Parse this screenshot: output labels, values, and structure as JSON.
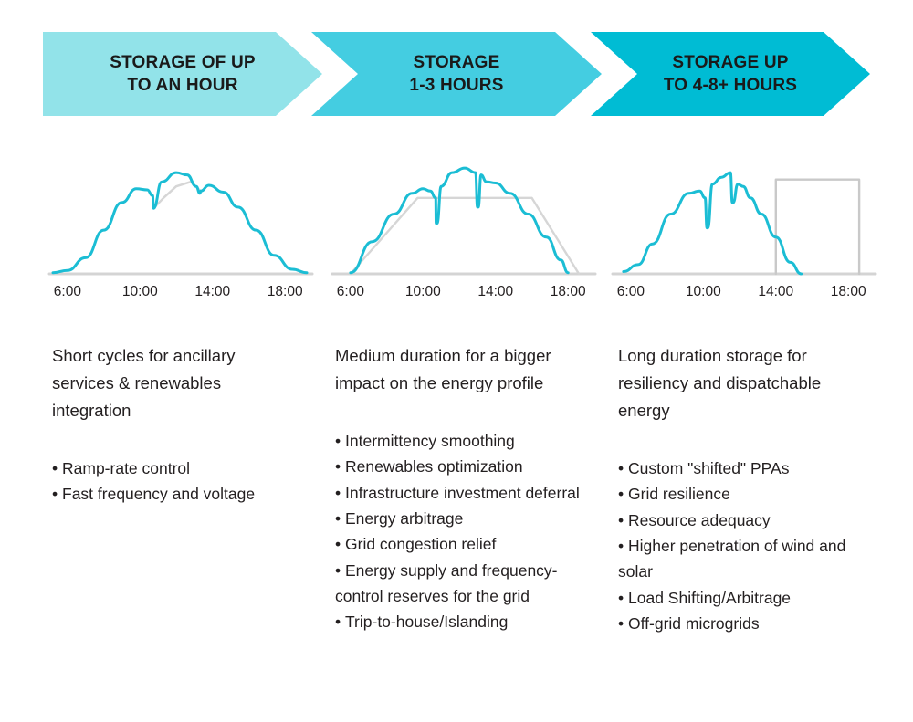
{
  "banners": [
    {
      "id": "storage-up-to-an-hour",
      "line1": "STORAGE OF UP",
      "line2": "TO AN HOUR",
      "color": "#92e3e9"
    },
    {
      "id": "storage-1-3-hours",
      "line1": "STORAGE",
      "line2": "1-3 HOURS",
      "color": "#44cde1"
    },
    {
      "id": "storage-4-8-hours",
      "line1": "STORAGE UP",
      "line2": "TO 4-8+ HOURS",
      "color": "#00bcd4"
    }
  ],
  "axis_ticks": [
    "6:00",
    "10:00",
    "14:00",
    "18:00"
  ],
  "chart_data": [
    {
      "type": "line",
      "title": "Storage of up to an hour",
      "xlabel": "",
      "ylabel": "",
      "xlim": [
        5,
        19.5
      ],
      "ylim": [
        0,
        100
      ],
      "grid": false,
      "legend": null,
      "tick_labels": [
        "6:00",
        "10:00",
        "14:00",
        "18:00"
      ],
      "tick_values": [
        6,
        10,
        14,
        18
      ],
      "series": [
        {
          "name": "solar-generation",
          "color": "#1bbdd4",
          "x": [
            5.2,
            6.0,
            7.0,
            8.0,
            9.0,
            9.8,
            10.4,
            10.7,
            10.75,
            11.2,
            12.0,
            12.6,
            13.1,
            13.3,
            13.35,
            13.8,
            14.6,
            15.4,
            16.4,
            17.4,
            18.4,
            19.2
          ],
          "y": [
            1,
            3,
            14,
            38,
            62,
            74,
            73,
            68,
            57,
            80,
            88,
            86,
            76,
            70,
            72,
            77,
            71,
            58,
            38,
            16,
            4,
            1
          ]
        },
        {
          "name": "smoothed-output",
          "color": "#d6d6d6",
          "x": [
            10.75,
            11.3,
            12.0,
            12.8,
            13.35
          ],
          "y": [
            57,
            66,
            76,
            80,
            72
          ]
        }
      ]
    },
    {
      "type": "line",
      "title": "Storage 1-3 hours",
      "xlabel": "",
      "ylabel": "",
      "xlim": [
        5,
        19.5
      ],
      "ylim": [
        0,
        100
      ],
      "grid": false,
      "legend": null,
      "tick_labels": [
        "6:00",
        "10:00",
        "14:00",
        "18:00"
      ],
      "tick_values": [
        6,
        10,
        14,
        18
      ],
      "series": [
        {
          "name": "solar-generation",
          "color": "#1bbdd4",
          "x": [
            6.0,
            7.2,
            8.4,
            9.4,
            10.0,
            10.4,
            10.7,
            10.72,
            10.78,
            11.0,
            11.6,
            12.3,
            12.9,
            13.0,
            13.05,
            13.2,
            13.5,
            14.0,
            14.8,
            15.8,
            16.8,
            17.6,
            18.0
          ],
          "y": [
            1,
            28,
            52,
            70,
            74,
            72,
            66,
            44,
            44,
            76,
            88,
            92,
            88,
            58,
            58,
            86,
            80,
            79,
            70,
            52,
            32,
            12,
            1
          ]
        },
        {
          "name": "firmed-output-block",
          "color": "#d6d6d6",
          "x": [
            6.0,
            9.7,
            16.0,
            18.6
          ],
          "y": [
            0,
            66,
            66,
            0
          ]
        }
      ]
    },
    {
      "type": "line",
      "title": "Storage up to 4-8+ hours",
      "xlabel": "",
      "ylabel": "",
      "xlim": [
        5,
        19.5
      ],
      "ylim": [
        0,
        100
      ],
      "grid": false,
      "legend": null,
      "tick_labels": [
        "6:00",
        "10:00",
        "14:00",
        "18:00"
      ],
      "tick_values": [
        6,
        10,
        14,
        18
      ],
      "series": [
        {
          "name": "solar-generation",
          "color": "#1bbdd4",
          "x": [
            5.6,
            6.4,
            7.2,
            8.2,
            9.2,
            9.8,
            10.1,
            10.2,
            10.25,
            10.5,
            11.0,
            11.5,
            11.6,
            11.65,
            11.9,
            12.2,
            12.6,
            13.2,
            14.0,
            14.8,
            15.4
          ],
          "y": [
            2,
            8,
            26,
            52,
            70,
            72,
            66,
            40,
            40,
            78,
            84,
            88,
            62,
            62,
            78,
            76,
            66,
            52,
            32,
            10,
            0
          ]
        },
        {
          "name": "shifted-dispatch-block",
          "color": "#c9c9c9",
          "x": [
            14.0,
            14.0,
            18.6,
            18.6
          ],
          "y": [
            0,
            82,
            82,
            0
          ]
        }
      ]
    }
  ],
  "columns": [
    {
      "id": "short-duration",
      "headline": "Short cycles for ancillary services & renewables integration",
      "bullets": [
        "Ramp-rate control",
        "Fast frequency and voltage"
      ]
    },
    {
      "id": "medium-duration",
      "headline": "Medium duration for a bigger impact on the energy profile",
      "bullets": [
        "Intermittency smoothing",
        "Renewables optimization",
        "Infrastructure investment deferral",
        "Energy arbitrage",
        "Grid congestion relief",
        "Energy supply and frequency-control reserves for the grid",
        "Trip-to-house/Islanding"
      ]
    },
    {
      "id": "long-duration",
      "headline": "Long duration storage for resiliency and dispatchable energy",
      "bullets": [
        "Custom \"shifted\" PPAs",
        "Grid resilience",
        "Resource adequacy",
        "Higher penetration of wind and solar",
        "Load Shifting/Arbitrage",
        "Off-grid microgrids"
      ]
    }
  ]
}
